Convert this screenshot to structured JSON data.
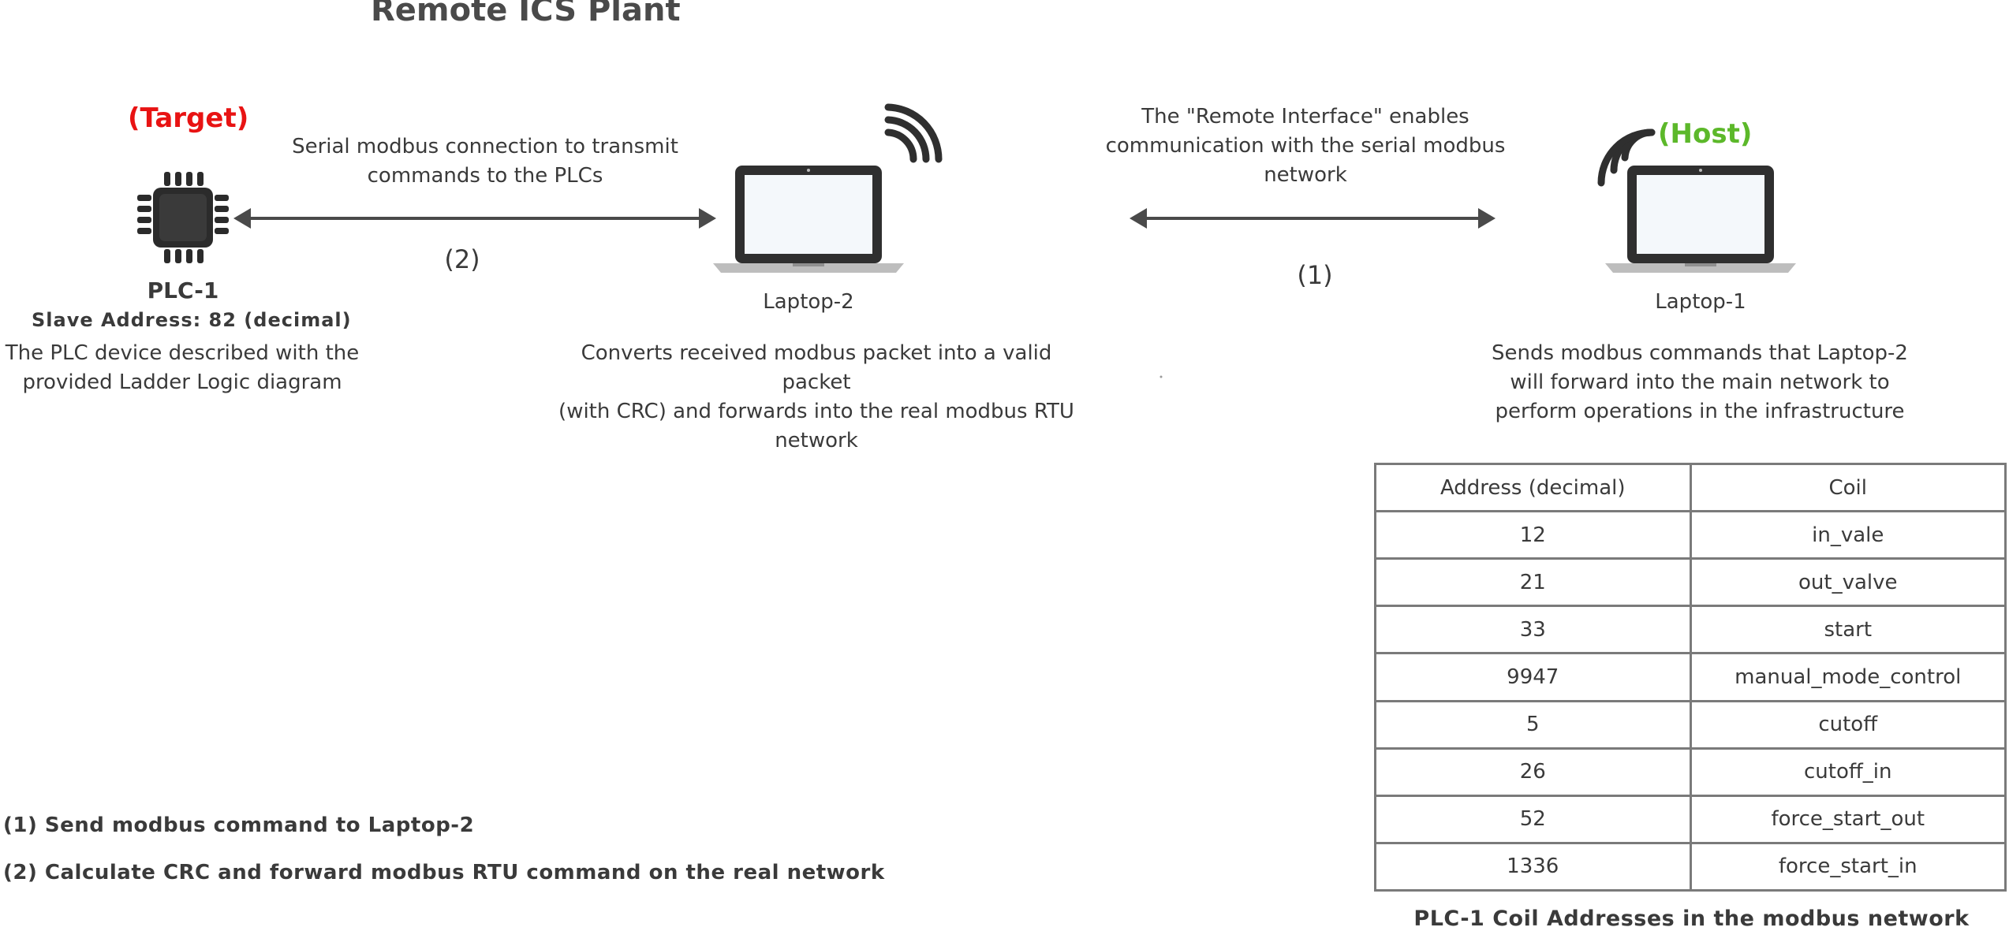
{
  "title": "Remote ICS Plant",
  "target_tag": "(Target)",
  "host_tag": "(Host)",
  "plc": {
    "name": "PLC-1",
    "slave_address": "Slave Address: 82 (decimal)",
    "description": [
      "The PLC device described with the",
      "provided Ladder Logic diagram"
    ]
  },
  "laptop2": {
    "name": "Laptop-2",
    "description": [
      "Converts received modbus packet into a valid  packet",
      "(with CRC) and forwards into the real modbus RTU",
      "network"
    ]
  },
  "laptop1": {
    "name": "Laptop-1",
    "description": [
      "Sends modbus commands that Laptop-2",
      "will forward into the main network to",
      "perform operations in the infrastructure"
    ]
  },
  "serial_link": {
    "text": [
      "Serial modbus connection to transmit",
      "commands  to the PLCs"
    ],
    "step": "(2)"
  },
  "remote_link": {
    "text": [
      "The \"Remote Interface\" enables",
      "communication with the serial modbus",
      "network"
    ],
    "step": "(1)"
  },
  "legend": [
    "(1) Send modbus command to Laptop-2",
    "(2) Calculate CRC and forward modbus RTU command on the real network"
  ],
  "coil_table": {
    "headers": [
      "Address (decimal)",
      "Coil"
    ],
    "rows": [
      [
        "12",
        "in_vale"
      ],
      [
        "21",
        "out_valve"
      ],
      [
        "33",
        "start"
      ],
      [
        "9947",
        "manual_mode_control"
      ],
      [
        "5",
        "cutoff"
      ],
      [
        "26",
        "cutoff_in"
      ],
      [
        "52",
        "force_start_out"
      ],
      [
        "1336",
        "force_start_in"
      ]
    ],
    "caption": "PLC-1 Coil Addresses in the modbus network"
  },
  "icons": [
    "chip-icon",
    "laptop-icon",
    "wifi-icon"
  ],
  "colors": {
    "target": "#e81313",
    "host": "#5cb82a",
    "arrow": "#4a4a4a"
  }
}
